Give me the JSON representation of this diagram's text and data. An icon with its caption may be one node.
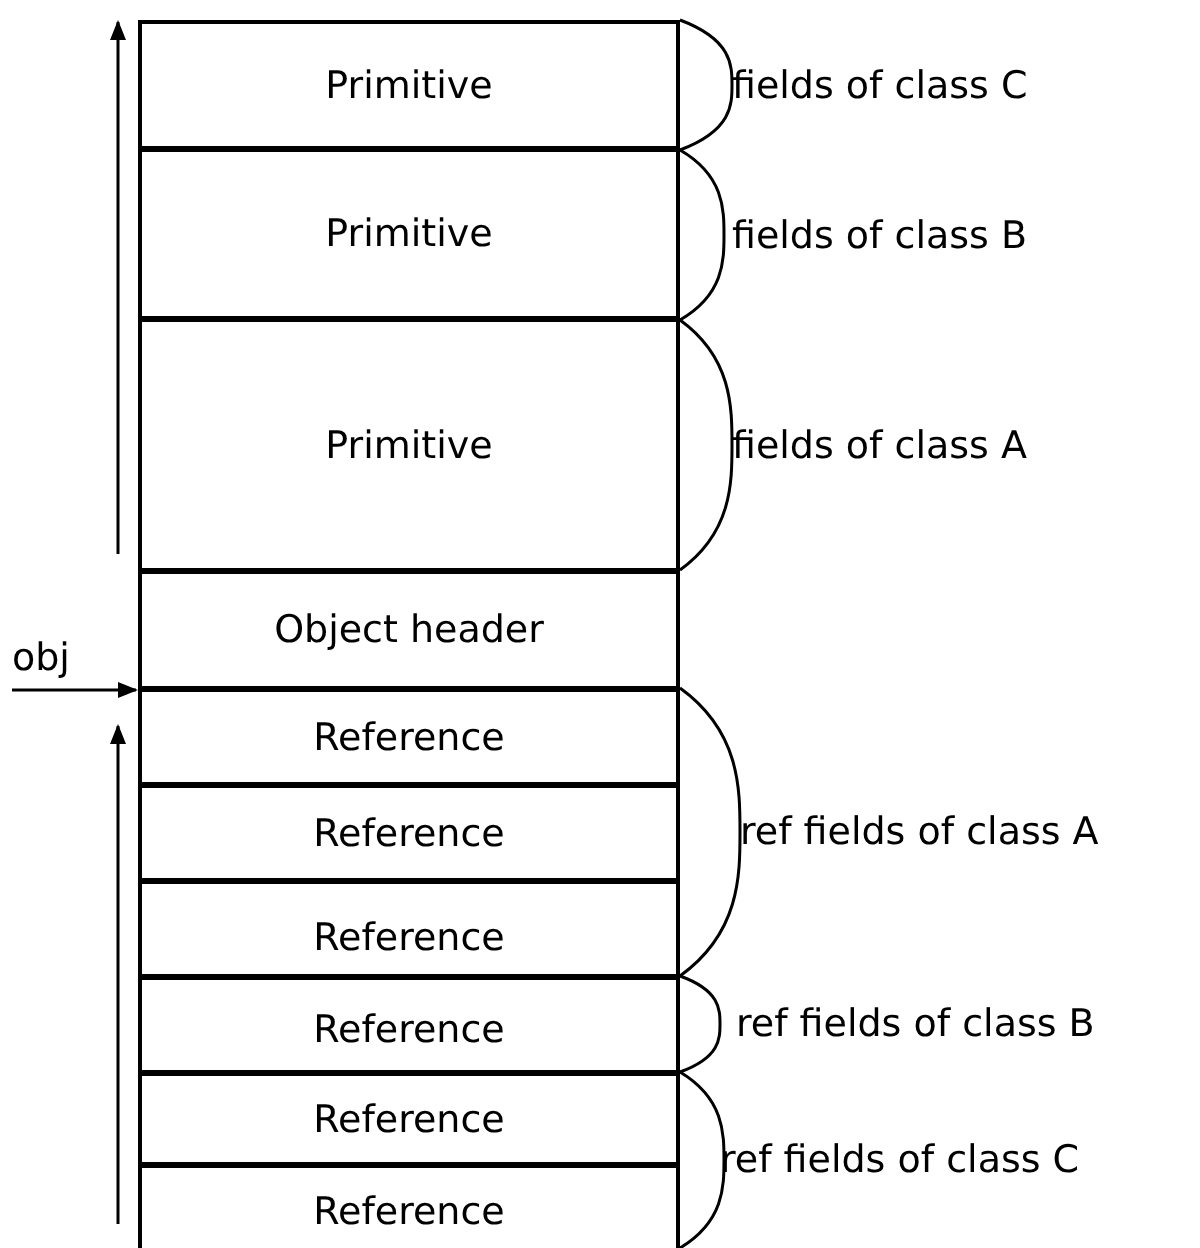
{
  "diagram": {
    "nodes": [
      {
        "text": [
          "Primitive"
        ]
      },
      {
        "text": [
          "Primitive"
        ]
      },
      {
        "text": [
          "Primitive"
        ]
      },
      {
        "text": [
          "Object header"
        ]
      },
      {
        "text": [
          "Reference"
        ]
      },
      {
        "text": [
          "Reference"
        ]
      },
      {
        "text": [
          "Reference"
        ]
      },
      {
        "text": [
          "Reference"
        ]
      },
      {
        "text": [
          "Reference"
        ]
      },
      {
        "text": [
          "Reference"
        ]
      },
      {
        "text": [
          "obj"
        ]
      }
    ],
    "edges": [
      {
        "from": 10,
        "to": 3,
        "arrow": "to"
      }
    ],
    "labels": [
      "fields of class C",
      "fields of class B",
      "fields of class A",
      "ref fields of class A",
      "ref fields of class B",
      "ref fields of class C"
    ]
  }
}
